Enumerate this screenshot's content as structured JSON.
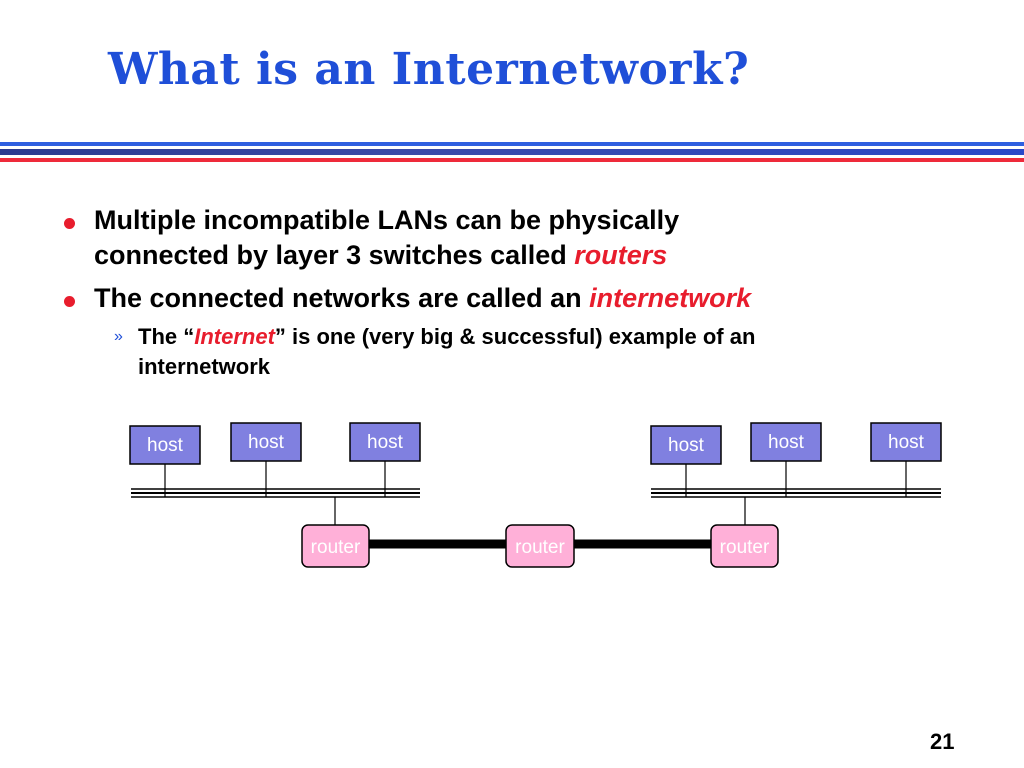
{
  "slide": {
    "title": "What is an Internetwork?",
    "page_number": "21"
  },
  "bullets": [
    {
      "text_before": "Multiple incompatible LANs can be physically",
      "text_line2": "connected by layer 3 switches called ",
      "emphasis": "routers"
    },
    {
      "text_before": "The connected networks are called an ",
      "emphasis": "internetwork"
    }
  ],
  "sub_bullet": {
    "marker": "»",
    "text_before": "The “",
    "emphasis": "Internet",
    "text_after": "” is one (very big & successful) example of an",
    "text_line2": "internetwork"
  },
  "diagram": {
    "host_label": "host",
    "router_label": "router",
    "colors": {
      "host_fill": "#8080e0",
      "router_fill": "#ffb0d8",
      "bullet_red": "#e81d2d",
      "title_blue": "#1f4fd8"
    },
    "lans": [
      {
        "hosts": [
          "host",
          "host",
          "host"
        ]
      },
      {
        "hosts": [
          "host",
          "host",
          "host"
        ]
      }
    ],
    "routers": [
      "router",
      "router",
      "router"
    ]
  }
}
